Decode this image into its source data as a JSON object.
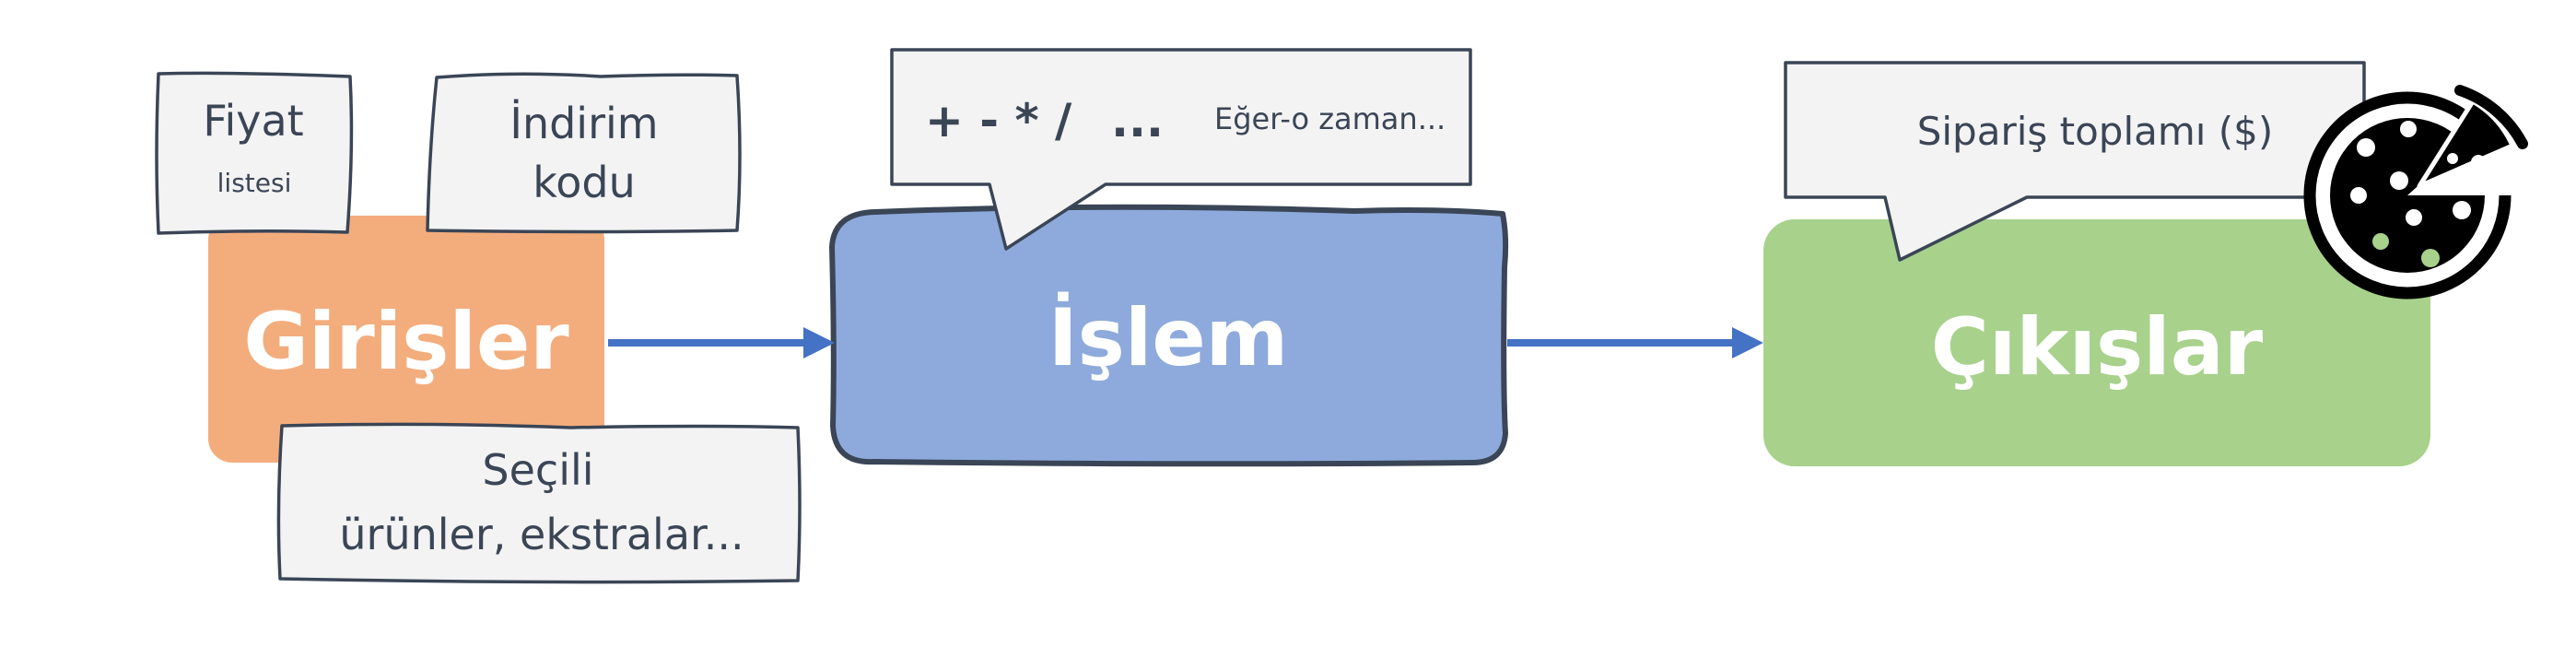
{
  "colors": {
    "inputs": "#f3ad7d",
    "process": "#8eaadc",
    "outputs": "#a8d18c",
    "arrow": "#4472c4",
    "note_fill": "#f3f3f3",
    "note_border": "#3a4556",
    "text": "#3a4556"
  },
  "stages": {
    "inputs": {
      "label": "Girişler"
    },
    "process": {
      "label": "İşlem"
    },
    "outputs": {
      "label": "Çıkışlar"
    }
  },
  "notes": {
    "price_list": {
      "line1": "Fiyat",
      "line2": "listesi"
    },
    "discount_code": {
      "line1": "İndirim",
      "line2": "kodu"
    },
    "selected_items": {
      "line1": "Seçili",
      "line2": "ürünler, ekstralar..."
    },
    "operations": {
      "symbols": "+ - * /",
      "ellipsis": "...",
      "conditional": "Eğer-o zaman..."
    },
    "order_total": {
      "text": "Sipariş toplamı ($)"
    }
  },
  "icons": {
    "output_badge": "pizza-icon"
  }
}
